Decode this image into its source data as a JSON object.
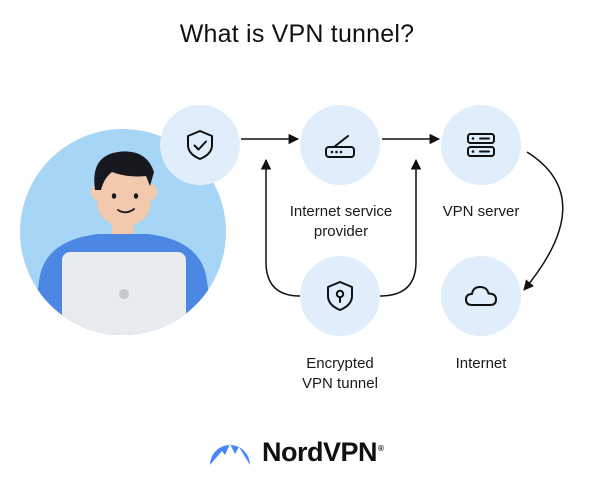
{
  "title": "What is VPN tunnel?",
  "nodes": {
    "isp": {
      "label_line1": "Internet service",
      "label_line2": "provider",
      "icon": "router-icon"
    },
    "vpn_server": {
      "label": "VPN server",
      "icon": "server-icon"
    },
    "tunnel": {
      "label_line1": "Encrypted",
      "label_line2": "VPN tunnel",
      "icon": "shield-lock-icon"
    },
    "internet": {
      "label": "Internet",
      "icon": "cloud-icon"
    },
    "user_shield": {
      "icon": "shield-check-icon"
    }
  },
  "person": {
    "icon": "person-with-laptop-illustration"
  },
  "brand": {
    "name": "NordVPN",
    "registered": "®",
    "icon": "nordvpn-mountain-logo"
  },
  "colors": {
    "node_bg": "#dfeefa",
    "avatar_bg": "#a7d5f6",
    "shirt": "#4b87e3",
    "skin": "#f2c9ac",
    "hair": "#17191e",
    "laptop": "#e9ecef",
    "brand_blue": "#4687ff",
    "text": "#111111"
  }
}
